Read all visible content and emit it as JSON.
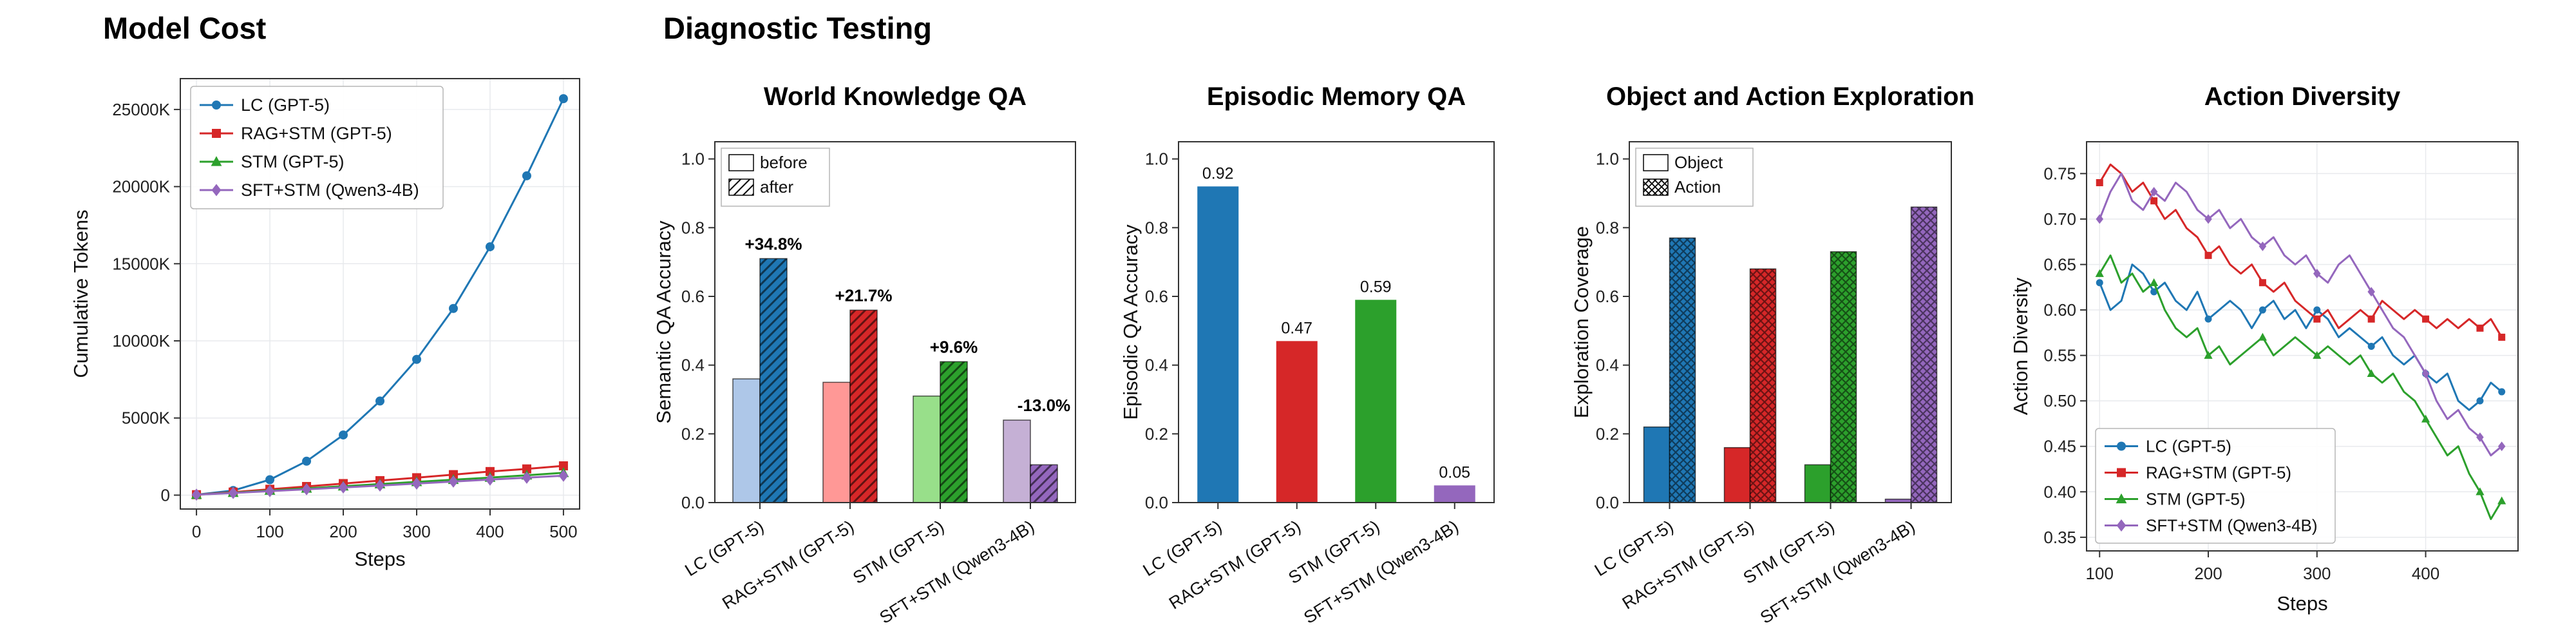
{
  "sections": {
    "model_cost": "Model Cost",
    "diagnostic_testing": "Diagnostic Testing"
  },
  "colors": {
    "blue": "#1f77b4",
    "red": "#d62728",
    "green": "#2ca02c",
    "purple": "#9467bd",
    "light_blue": "#aec7e8",
    "light_red": "#ff9896",
    "light_green": "#98df8a",
    "light_purple": "#c5b0d5"
  },
  "chart_data": [
    {
      "id": "model-cost",
      "type": "line",
      "title": "Model Cost",
      "xlabel": "Steps",
      "ylabel": "Cumulative Tokens",
      "xlim": [
        -22,
        522
      ],
      "ylim": [
        -900,
        27000
      ],
      "xticks": [
        0,
        100,
        200,
        300,
        400,
        500
      ],
      "yticks": [
        0,
        5000,
        10000,
        15000,
        20000,
        25000
      ],
      "ytick_labels": [
        "0",
        "5000K",
        "10000K",
        "15000K",
        "20000K",
        "25000K"
      ],
      "legend_position": "top-left",
      "series": [
        {
          "name": "LC (GPT-5)",
          "color": "blue",
          "marker": "circle",
          "x": [
            0,
            50,
            100,
            150,
            200,
            250,
            300,
            350,
            400,
            450,
            500
          ],
          "y": [
            30,
            300,
            1000,
            2200,
            3900,
            6100,
            8800,
            12100,
            16100,
            20700,
            25700
          ]
        },
        {
          "name": "RAG+STM (GPT-5)",
          "color": "red",
          "marker": "square",
          "x": [
            0,
            50,
            100,
            150,
            200,
            250,
            300,
            350,
            400,
            450,
            500
          ],
          "y": [
            30,
            200,
            380,
            560,
            750,
            940,
            1130,
            1330,
            1530,
            1700,
            1900
          ]
        },
        {
          "name": "STM (GPT-5)",
          "color": "green",
          "marker": "triangle",
          "x": [
            0,
            50,
            100,
            150,
            200,
            250,
            300,
            350,
            400,
            450,
            500
          ],
          "y": [
            30,
            160,
            300,
            440,
            580,
            720,
            860,
            1000,
            1140,
            1290,
            1450
          ]
        },
        {
          "name": "SFT+STM (Qwen3-4B)",
          "color": "purple",
          "marker": "diamond",
          "x": [
            0,
            50,
            100,
            150,
            200,
            250,
            300,
            350,
            400,
            450,
            500
          ],
          "y": [
            30,
            140,
            260,
            380,
            500,
            620,
            750,
            880,
            1010,
            1130,
            1260
          ]
        }
      ]
    },
    {
      "id": "world-knowledge-qa",
      "type": "grouped_bar",
      "title": "World Knowledge QA",
      "ylabel": "Semantic QA Accuracy",
      "ylim": [
        0,
        1.05
      ],
      "yticks": [
        0,
        0.2,
        0.4,
        0.6,
        0.8,
        1.0
      ],
      "ytick_labels": [
        "0.0",
        "0.2",
        "0.4",
        "0.6",
        "0.8",
        "1.0"
      ],
      "hatch_style": "diagonal",
      "categories": [
        "LC (GPT-5)",
        "RAG+STM (GPT-5)",
        "STM (GPT-5)",
        "SFT+STM (Qwen3-4B)"
      ],
      "group_colors": [
        "blue",
        "red",
        "green",
        "purple"
      ],
      "series": [
        {
          "name": "before",
          "style": "solid-light",
          "values": [
            0.36,
            0.35,
            0.31,
            0.24
          ]
        },
        {
          "name": "after",
          "style": "hatch",
          "values": [
            0.71,
            0.56,
            0.41,
            0.11
          ]
        }
      ],
      "annotations": [
        "+34.8%",
        "+21.7%",
        "+9.6%",
        "-13.0%"
      ],
      "legend_position": "top-left"
    },
    {
      "id": "episodic-memory-qa",
      "type": "bar",
      "title": "Episodic Memory QA",
      "ylabel": "Episodic QA Accuracy",
      "ylim": [
        0,
        1.05
      ],
      "yticks": [
        0,
        0.2,
        0.4,
        0.6,
        0.8,
        1.0
      ],
      "ytick_labels": [
        "0.0",
        "0.2",
        "0.4",
        "0.6",
        "0.8",
        "1.0"
      ],
      "categories": [
        "LC (GPT-5)",
        "RAG+STM (GPT-5)",
        "STM (GPT-5)",
        "SFT+STM (Qwen3-4B)"
      ],
      "bar_colors": [
        "blue",
        "red",
        "green",
        "purple"
      ],
      "values": [
        0.92,
        0.47,
        0.59,
        0.05
      ],
      "value_labels": [
        "0.92",
        "0.47",
        "0.59",
        "0.05"
      ]
    },
    {
      "id": "object-action-exploration",
      "type": "grouped_bar",
      "title": "Object and Action Exploration",
      "ylabel": "Exploration Coverage",
      "ylim": [
        0,
        1.05
      ],
      "yticks": [
        0,
        0.2,
        0.4,
        0.6,
        0.8,
        1.0
      ],
      "ytick_labels": [
        "0.0",
        "0.2",
        "0.4",
        "0.6",
        "0.8",
        "1.0"
      ],
      "hatch_style": "cross",
      "categories": [
        "LC (GPT-5)",
        "RAG+STM (GPT-5)",
        "STM (GPT-5)",
        "SFT+STM (Qwen3-4B)"
      ],
      "group_colors": [
        "blue",
        "red",
        "green",
        "purple"
      ],
      "series": [
        {
          "name": "Object",
          "style": "solid",
          "values": [
            0.22,
            0.16,
            0.11,
            0.01
          ]
        },
        {
          "name": "Action",
          "style": "hatch",
          "values": [
            0.77,
            0.68,
            0.73,
            0.86
          ]
        }
      ],
      "legend_position": "top-left"
    },
    {
      "id": "action-diversity",
      "type": "line",
      "title": "Action Diversity",
      "xlabel": "Steps",
      "ylabel": "Action Diversity",
      "xlim": [
        88,
        485
      ],
      "ylim": [
        0.335,
        0.785
      ],
      "xticks": [
        100,
        200,
        300,
        400
      ],
      "yticks": [
        0.35,
        0.4,
        0.45,
        0.5,
        0.55,
        0.6,
        0.65,
        0.7,
        0.75
      ],
      "ytick_labels": [
        "0.35",
        "0.40",
        "0.45",
        "0.50",
        "0.55",
        "0.60",
        "0.65",
        "0.70",
        "0.75"
      ],
      "legend_position": "bottom-left",
      "series": [
        {
          "name": "LC (GPT-5)",
          "color": "blue",
          "marker": "circle",
          "x": [
            100,
            110,
            120,
            130,
            140,
            150,
            160,
            170,
            180,
            190,
            200,
            210,
            220,
            230,
            240,
            250,
            260,
            270,
            280,
            290,
            300,
            310,
            320,
            330,
            340,
            350,
            360,
            370,
            380,
            390,
            400,
            410,
            420,
            430,
            440,
            450,
            460,
            470
          ],
          "y": [
            0.63,
            0.6,
            0.61,
            0.65,
            0.64,
            0.62,
            0.63,
            0.61,
            0.6,
            0.62,
            0.59,
            0.6,
            0.61,
            0.6,
            0.58,
            0.6,
            0.61,
            0.59,
            0.6,
            0.58,
            0.6,
            0.59,
            0.57,
            0.58,
            0.57,
            0.56,
            0.57,
            0.55,
            0.54,
            0.55,
            0.53,
            0.52,
            0.53,
            0.5,
            0.49,
            0.5,
            0.52,
            0.51
          ]
        },
        {
          "name": "RAG+STM (GPT-5)",
          "color": "red",
          "marker": "square",
          "x": [
            100,
            110,
            120,
            130,
            140,
            150,
            160,
            170,
            180,
            190,
            200,
            210,
            220,
            230,
            240,
            250,
            260,
            270,
            280,
            290,
            300,
            310,
            320,
            330,
            340,
            350,
            360,
            370,
            380,
            390,
            400,
            410,
            420,
            430,
            440,
            450,
            460,
            470
          ],
          "y": [
            0.74,
            0.76,
            0.75,
            0.73,
            0.74,
            0.72,
            0.7,
            0.71,
            0.69,
            0.68,
            0.66,
            0.67,
            0.65,
            0.64,
            0.65,
            0.63,
            0.62,
            0.63,
            0.61,
            0.6,
            0.59,
            0.6,
            0.58,
            0.59,
            0.6,
            0.59,
            0.61,
            0.6,
            0.59,
            0.6,
            0.59,
            0.58,
            0.59,
            0.58,
            0.59,
            0.58,
            0.59,
            0.57
          ]
        },
        {
          "name": "STM (GPT-5)",
          "color": "green",
          "marker": "triangle",
          "x": [
            100,
            110,
            120,
            130,
            140,
            150,
            160,
            170,
            180,
            190,
            200,
            210,
            220,
            230,
            240,
            250,
            260,
            270,
            280,
            290,
            300,
            310,
            320,
            330,
            340,
            350,
            360,
            370,
            380,
            390,
            400,
            410,
            420,
            430,
            440,
            450,
            460,
            470
          ],
          "y": [
            0.64,
            0.66,
            0.63,
            0.64,
            0.62,
            0.63,
            0.6,
            0.58,
            0.57,
            0.58,
            0.55,
            0.56,
            0.54,
            0.55,
            0.56,
            0.57,
            0.55,
            0.56,
            0.57,
            0.56,
            0.55,
            0.56,
            0.55,
            0.54,
            0.55,
            0.53,
            0.52,
            0.53,
            0.51,
            0.5,
            0.48,
            0.46,
            0.44,
            0.45,
            0.42,
            0.4,
            0.37,
            0.39
          ]
        },
        {
          "name": "SFT+STM (Qwen3-4B)",
          "color": "purple",
          "marker": "diamond",
          "x": [
            100,
            110,
            120,
            130,
            140,
            150,
            160,
            170,
            180,
            190,
            200,
            210,
            220,
            230,
            240,
            250,
            260,
            270,
            280,
            290,
            300,
            310,
            320,
            330,
            340,
            350,
            360,
            370,
            380,
            390,
            400,
            410,
            420,
            430,
            440,
            450,
            460,
            470
          ],
          "y": [
            0.7,
            0.73,
            0.75,
            0.72,
            0.71,
            0.73,
            0.72,
            0.74,
            0.73,
            0.71,
            0.7,
            0.71,
            0.69,
            0.7,
            0.68,
            0.67,
            0.68,
            0.66,
            0.65,
            0.66,
            0.64,
            0.63,
            0.65,
            0.66,
            0.64,
            0.62,
            0.6,
            0.58,
            0.57,
            0.55,
            0.53,
            0.5,
            0.48,
            0.49,
            0.47,
            0.46,
            0.44,
            0.45
          ]
        }
      ]
    }
  ]
}
